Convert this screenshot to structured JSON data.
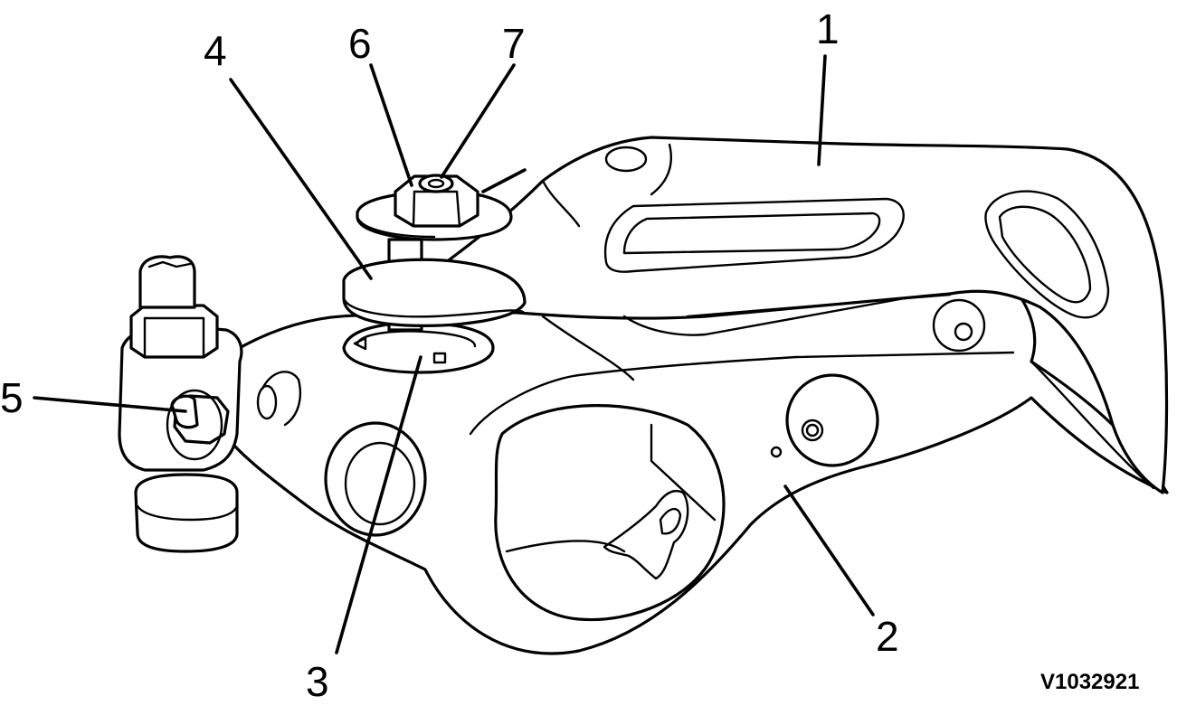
{
  "figure": {
    "reference_code": "V1032921",
    "callouts": [
      {
        "id": "1",
        "label": "1"
      },
      {
        "id": "2",
        "label": "2"
      },
      {
        "id": "3",
        "label": "3"
      },
      {
        "id": "4",
        "label": "4"
      },
      {
        "id": "5",
        "label": "5"
      },
      {
        "id": "6",
        "label": "6"
      },
      {
        "id": "7",
        "label": "7"
      }
    ]
  },
  "colors": {
    "line": "#000000",
    "fill": "#ffffff"
  }
}
